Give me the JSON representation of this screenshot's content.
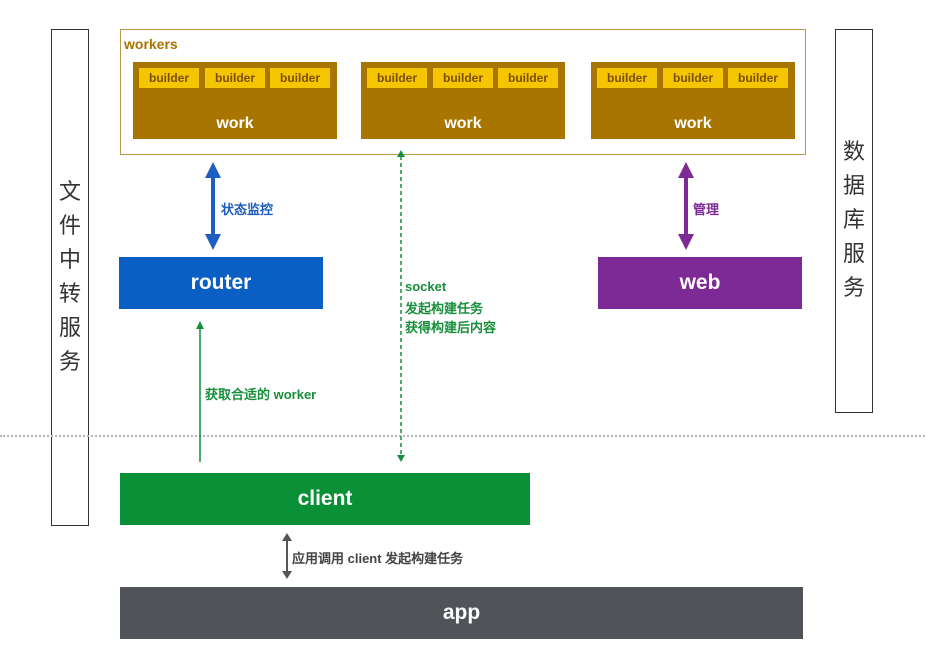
{
  "left_panel": {
    "chars": [
      "文",
      "件",
      "中",
      "转",
      "服",
      "务"
    ]
  },
  "right_panel": {
    "chars": [
      "数",
      "据",
      "库",
      "服",
      "务"
    ]
  },
  "workers": {
    "label": "workers",
    "groups": [
      {
        "work_label": "work",
        "builders": [
          "builder",
          "builder",
          "builder"
        ]
      },
      {
        "work_label": "work",
        "builders": [
          "builder",
          "builder",
          "builder"
        ]
      },
      {
        "work_label": "work",
        "builders": [
          "builder",
          "builder",
          "builder"
        ]
      }
    ]
  },
  "nodes": {
    "router": "router",
    "web": "web",
    "client": "client",
    "app": "app"
  },
  "edge_labels": {
    "status_monitor": "状态监控",
    "manage": "管理",
    "socket": [
      "socket",
      "发起构建任务",
      "获得构建后内容"
    ],
    "get_worker": "获取合适的 worker",
    "app_call": "应用调用 client 发起构建任务"
  },
  "colors": {
    "router": "#0a5fc4",
    "web": "#7e2a96",
    "client": "#0a9137",
    "app": "#505459",
    "work": "#a87600",
    "builder": "#f4c500",
    "blue_arrow": "#1e5ec0",
    "purple_arrow": "#7e2a96",
    "green_arrow": "#178f3a",
    "gray_arrow": "#555555"
  }
}
